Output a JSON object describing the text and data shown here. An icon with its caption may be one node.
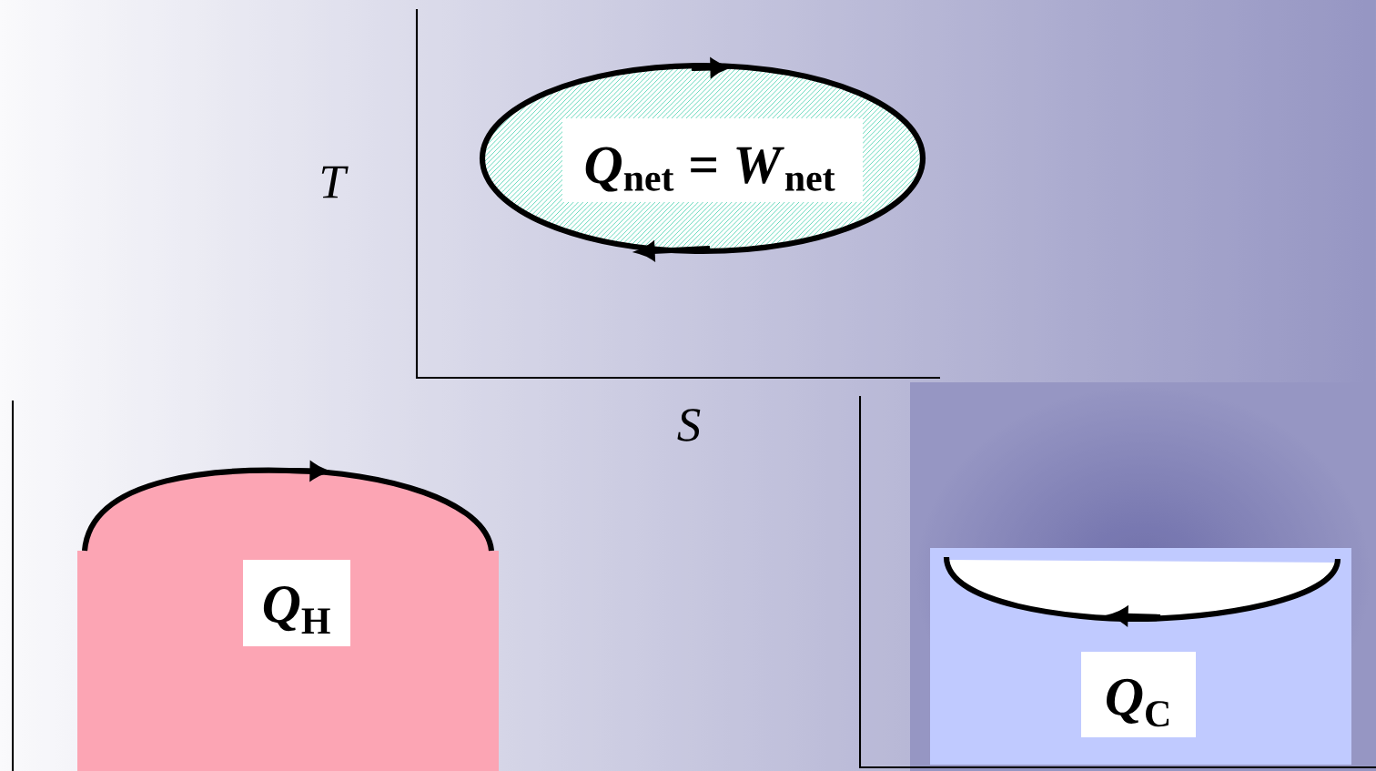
{
  "diagram": {
    "labels": [
      "T",
      "*Q*$_{net}$ = *W*$_{net}$",
      "S",
      "*Q*$_{H}$",
      "*Q*$_{C}$"
    ]
  }
}
